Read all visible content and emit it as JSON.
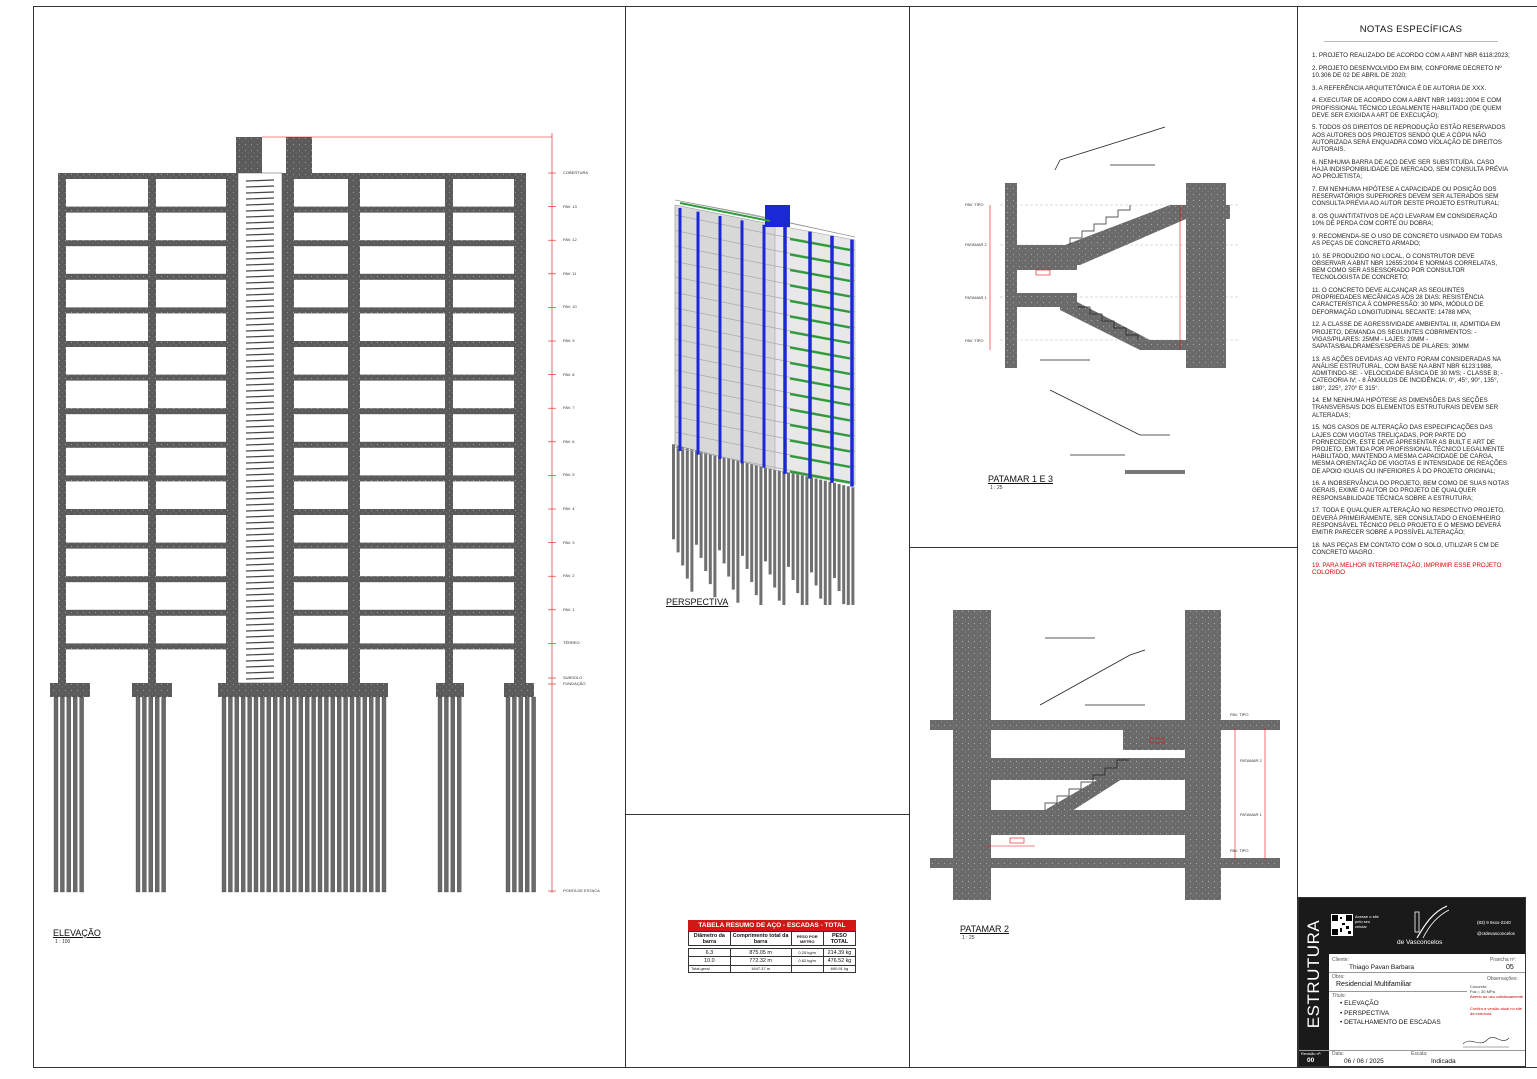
{
  "views": {
    "elevacao": {
      "title": "ELEVAÇÃO",
      "scale": "1 : 100"
    },
    "perspectiva": {
      "title": "PERSPECTIVA"
    },
    "patamar13": {
      "title": "PATAMAR 1 E 3",
      "scale": "1 : 25"
    },
    "patamar2": {
      "title": "PATAMAR 2",
      "scale": "1 : 25"
    }
  },
  "levels": [
    "COBERTURA",
    "PAV. 13",
    "PAV. 12",
    "PAV. 11",
    "PAV. 10",
    "PAV. 9",
    "PAV. 8",
    "PAV. 7",
    "PAV. 6",
    "PAV. 5",
    "PAV. 4",
    "PAV. 3",
    "PAV. 2",
    "PAV. 1",
    "TÉRREO",
    "SUBSOLO",
    "FUNDAÇÃO",
    "PONTA DE ESTACA"
  ],
  "stair_labels": {
    "pav_tipo": "PAV. TIPO",
    "patamar2": "PATAMAR 2",
    "patamar1": "PATAMAR 1"
  },
  "notes": {
    "title": "NOTAS ESPECÍFICAS",
    "items": [
      "1. PROJETO REALIZADO DE ACORDO COM A ABNT NBR 6118:2023;",
      "2. PROJETO DESENVOLVIDO EM BIM, CONFORME DECRETO Nº 10.306 DE 02 DE ABRIL DE 2020;",
      "3. A REFERÊNCIA ARQUITETÔNICA É DE AUTORIA DE XXX.",
      "4. EXECUTAR DE ACORDO COM A ABNT NBR 14931:2004 E COM PROFISSIONAL TÉCNICO LEGALMENTE HABILITADO (DE QUEM DEVE SER EXIGIDA A ART DE EXECUÇÃO);",
      "5. TODOS OS DIREITOS DE REPRODUÇÃO ESTÃO RESERVADOS AOS AUTORES DOS PROJETOS SENDO QUE A CÓPIA NÃO AUTORIZADA SERÁ ENQUADRA COMO VIOLAÇÃO DE DIREITOS AUTORAIS.",
      "6. NENHUMA BARRA DE AÇO DEVE SER SUBSTITUÍDA. CASO HAJA INDISPONIBILIDADE DE MERCADO, SEM CONSULTA PRÉVIA AO PROJETISTA;",
      "7. EM NENHUMA HIPÓTESE A CAPACIDADE OU POSIÇÃO DOS RESERVATÓRIOS SUPERIORES DEVEM SER ALTERADOS SEM CONSULTA PRÉVIA AO AUTOR DESTE PROJETO ESTRUTURAL;",
      "8. OS QUANTITATIVOS DE AÇO LEVARAM EM CONSIDERAÇÃO 10% DE PERDA COM CORTE OU DOBRA;",
      "9. RECOMENDA-SE O USO DE CONCRETO USINADO EM TODAS AS PEÇAS DE CONCRETO ARMADO;",
      "10. SE PRODUZIDO NO LOCAL, O CONSTRUTOR DEVE OBSERVAR A ABNT NBR 12655:2004 E NORMAS CORRELATAS, BEM COMO SER ASSESSORADO POR CONSULTOR TECNOLOGISTA DE CONCRETO;",
      "11. O CONCRETO DEVE ALCANÇAR AS SEGUINTES PROPRIEDADES MECÂNICAS AOS 28 DIAS: RESISTÊNCIA CARACTERÍSTICA À COMPRESSÃO: 30 MPA, MÓDULO DE DEFORMAÇÃO LONGITUDINAL SECANTE: 14788 MPA;",
      "12. A CLASSE DE AGRESSIVIDADE AMBIENTAL III, ADMITIDA EM PROJETO, DEMANDA OS SEGUINTES COBRIMENTOS: - VIGAS/PILARES: 25MM - LAJES: 20MM - SAPATAS/BALDRAMES/ESPERAS DE PILARES: 30MM",
      "13. AS AÇÕES DEVIDAS AO VENTO FORAM CONSIDERADAS NA ANÁLISE ESTRUTURAL, COM BASE NA ABNT NBR 6123:1988, ADMITINDO-SE: - VELOCIDADE BÁSICA DE 30 M/S; - CLASSE B; - CATEGORIA IV; - 8 ÂNGULOS DE INCIDÊNCIA: 0°, 45°, 90°, 135°, 180°, 225°, 270° E 315°.",
      "14. EM NENHUMA HIPÓTESE AS DIMENSÕES DAS SEÇÕES TRANSVERSAIS DOS ELEMENTOS ESTRUTURAIS DEVEM SER ALTERADAS;",
      "15. NOS CASOS DE ALTERAÇÃO DAS ESPECIFICAÇÕES DAS LAJES COM VIGOTAS TRELIÇADAS, POR PARTE DO FORNECEDOR, ESTE DEVE APRESENTAR AS BUILT E ART DE PROJETO, EMITIDA POR PROFISSIONAL TÉCNICO LEGALMENTE HABILITADO, MANTENDO A MESMA CAPACIDADE DE CARGA, MESMA ORIENTAÇÃO DE VIGOTAS E INTENSIDADE DE REAÇÕES DE APOIO IGUAIS OU INFERIORES À DO PROJETO ORIGINAL;",
      "16. A INOBSERVÂNCIA DO PROJETO, BEM COMO DE SUAS NOTAS GERAIS, EXIME O AUTOR DO PROJETO DE QUALQUER RESPONSABILIDADE TÉCNICA SOBRE A ESTRUTURA;",
      "17. TODA E QUALQUER ALTERAÇÃO NO RESPECTIVO PROJETO, DEVERÁ PRIMEIRAMENTE, SER CONSULTADO O ENGENHEIRO RESPONSÁVEL TÉCNICO PELO PROJETO E O MESMO DEVERÁ EMITIR PARECER SOBRE A POSSÍVEL ALTERAÇÃO;",
      "18. NAS PEÇAS EM CONTATO COM O SOLO, UTILIZAR 5 CM DE CONCRETO MAGRO."
    ],
    "red_item": "19. PARA MELHOR INTERPRETAÇÃO, IMPRIMIR ESSE PROJETO COLORIDO"
  },
  "steel_table": {
    "title": "TABELA RESUMO DE AÇO - ESCADAS - TOTAL",
    "headers": [
      "Diâmetro da barra",
      "Comprimento total da barra",
      "PESO POR METRO",
      "PESO TOTAL"
    ],
    "rows": [
      [
        "6.3",
        "875.05 m",
        "0.25 kg/m",
        "214.39 kg"
      ],
      [
        "10.0",
        "772.32 m",
        "0.62 kg/m",
        "476.52 kg"
      ]
    ],
    "total_label": "Total geral",
    "total_length": "1647.37 m",
    "total_weight": "690.91 kg"
  },
  "title_block": {
    "discipline": "ESTRUTURA",
    "qr_text": "Acesse o site pelo seu celular",
    "company": "de Vasconcelos",
    "phone": "(83) 9 9xxx-2240",
    "email": "@ctdevasconcelos",
    "cliente_label": "Cliente:",
    "cliente": "Thiago Pavan Barbara",
    "prancha_label": "Prancha nº:",
    "prancha": "05",
    "obra_label": "Obra:",
    "obra": "Residencial Multifamiliar",
    "obs_label": "Observações:",
    "obs1": "Concreto:",
    "obs2": "Fck = 30 MPa",
    "obs3": "Aberto ao uso cotidianamente",
    "obs4": "Confira a versão atual no site da estrutura",
    "titulo_label": "Título:",
    "titulos": [
      "ELEVAÇÃO",
      "PERSPECTIVA",
      "DETALHAMENTO DE ESCADAS"
    ],
    "revisao_label": "Revisão nº:",
    "revisao": "00",
    "data_label": "Data:",
    "data": "06 / 06 / 2025",
    "escala_label": "Escala:",
    "escala": "Indicada"
  },
  "colors": {
    "concrete": "#5a5a5a",
    "column_blue": "#1c28d8",
    "beam_green": "#2e9b3a",
    "dim_red": "#e01010"
  }
}
